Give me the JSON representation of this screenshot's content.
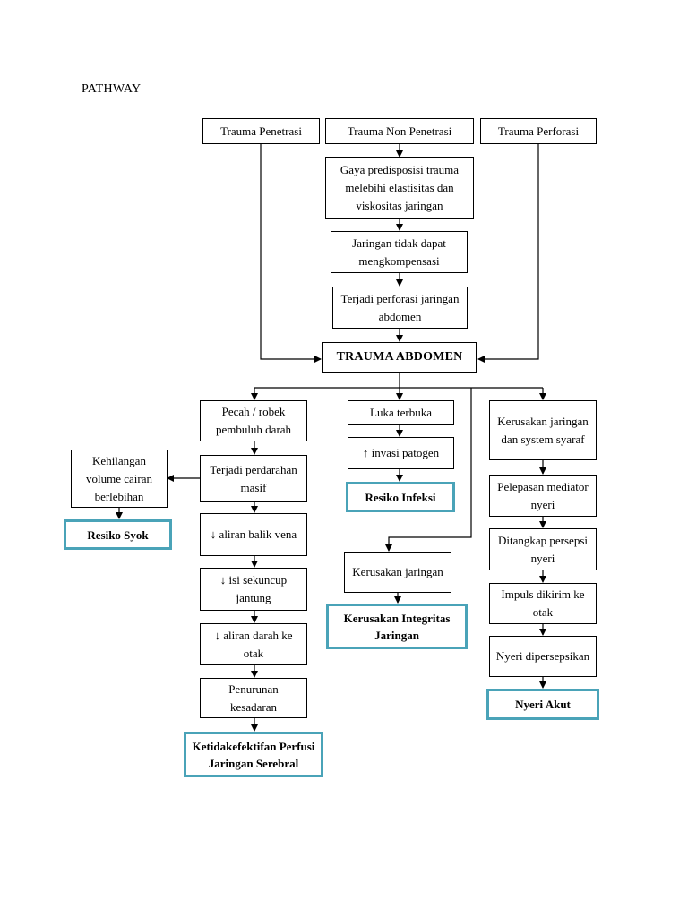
{
  "title": "PATHWAY",
  "causes": {
    "penetrasi": "Trauma Penetrasi",
    "non_penetrasi": "Trauma Non Penetrasi",
    "perforasi": "Trauma Perforasi"
  },
  "mechanism": [
    "Gaya predisposisi trauma melebihi elastisitas dan viskositas jaringan",
    "Jaringan tidak dapat mengkompensasi",
    "Terjadi perforasi jaringan abdomen"
  ],
  "center": "TRAUMA ABDOMEN",
  "bleeding_branch": [
    "Pecah / robek pembuluh darah",
    "Terjadi perdarahan masif",
    "↓ aliran balik vena",
    "↓ isi sekuncup jantung",
    "↓ aliran darah ke otak",
    "Penurunan kesadaran"
  ],
  "volume_loss": "Kehilangan volume cairan berlebihan",
  "wound_branch": [
    "Luka terbuka",
    "↑ invasi patogen"
  ],
  "tissue_damage": "Kerusakan jaringan",
  "nerve_branch": [
    "Kerusakan jaringan dan system syaraf",
    "Pelepasan mediator nyeri",
    "Ditangkap persepsi nyeri",
    "Impuls dikirim ke otak",
    "Nyeri dipersepsikan"
  ],
  "diagnoses": {
    "syok": "Resiko Syok",
    "infeksi": "Resiko Infeksi",
    "integritas": "Kerusakan Integritas Jaringan",
    "perfusi": "Ketidakefektifan Perfusi Jaringan Serebral",
    "nyeri": "Nyeri Akut"
  }
}
